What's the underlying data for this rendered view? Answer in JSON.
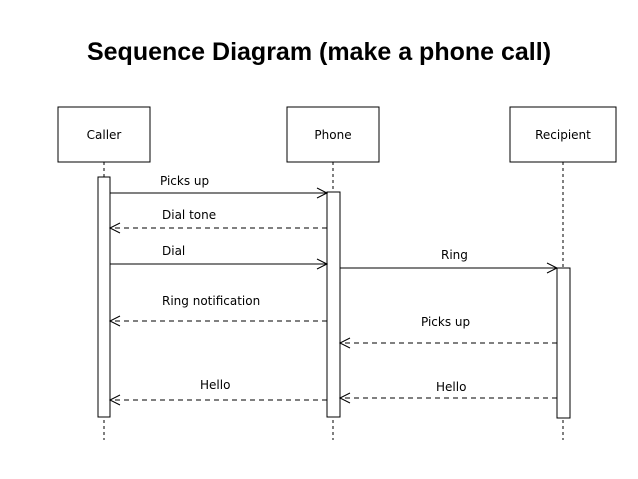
{
  "title": "Sequence Diagram (make a phone call)",
  "participants": [
    {
      "id": "caller",
      "label": "Caller"
    },
    {
      "id": "phone",
      "label": "Phone"
    },
    {
      "id": "recipient",
      "label": "Recipient"
    }
  ],
  "messages": [
    {
      "label": "Picks up",
      "from": "caller",
      "to": "phone",
      "type": "sync"
    },
    {
      "label": "Dial tone",
      "from": "phone",
      "to": "caller",
      "type": "return"
    },
    {
      "label": "Dial",
      "from": "caller",
      "to": "phone",
      "type": "sync"
    },
    {
      "label": "Ring",
      "from": "phone",
      "to": "recipient",
      "type": "sync"
    },
    {
      "label": "Ring notification",
      "from": "phone",
      "to": "caller",
      "type": "return"
    },
    {
      "label": "Picks up",
      "from": "recipient",
      "to": "phone",
      "type": "return"
    },
    {
      "label": "Hello",
      "from": "phone",
      "to": "caller",
      "type": "return"
    },
    {
      "label": "Hello",
      "from": "recipient",
      "to": "phone",
      "type": "return"
    }
  ]
}
